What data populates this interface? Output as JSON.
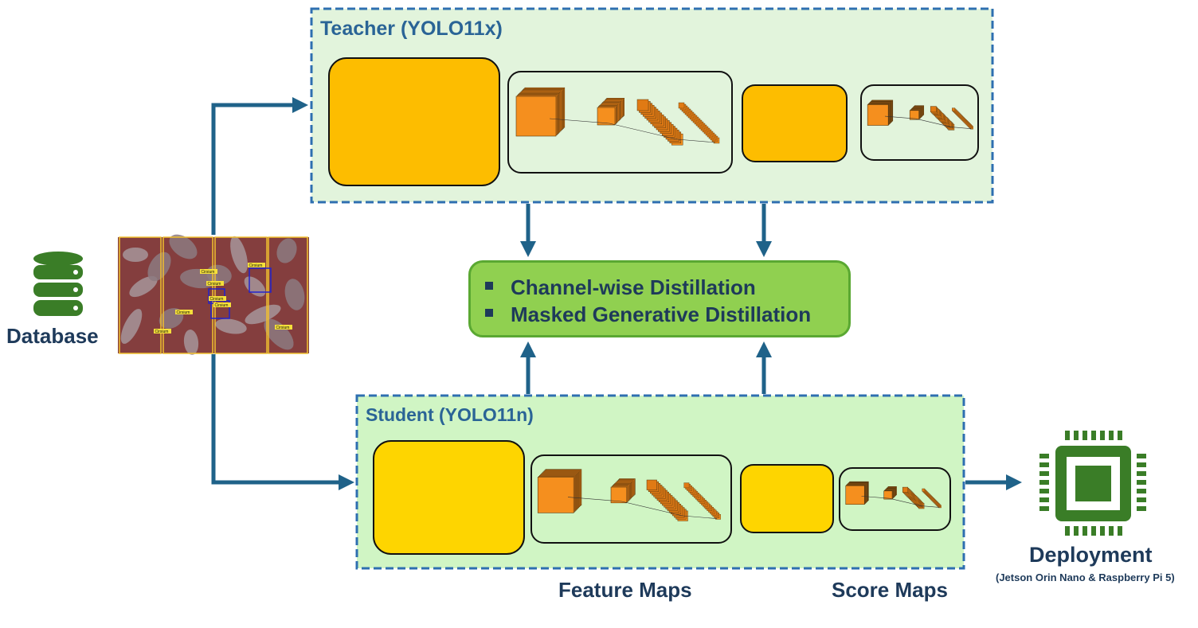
{
  "teacher": {
    "title": "Teacher (YOLO11x)"
  },
  "student": {
    "title": "Student (YOLO11n)"
  },
  "database": {
    "label": "Database"
  },
  "distillation": {
    "items": [
      "Channel-wise Distillation",
      "Masked Generative Distillation"
    ]
  },
  "captions": {
    "feature_maps": "Feature Maps",
    "score_maps": "Score Maps"
  },
  "deployment": {
    "label": "Deployment",
    "sublabel": "(Jetson Orin Nano & Raspberry Pi 5)"
  },
  "sample_image": {
    "box_labels": [
      "Cirsium",
      "Cirsium",
      "Cirsium",
      "Cirsium",
      "Cirsium",
      "Cirsium",
      "Cirsium",
      "Cirsium"
    ]
  },
  "colors": {
    "arrow": "#1f6289",
    "teacher_fill": "#e2f4dc",
    "student_fill": "#d0f5c4",
    "frame_border": "#2e6fb0",
    "teacher_block": "#fdbd00",
    "student_block": "#fed500",
    "distill_fill": "#90d050",
    "chip": "#3a7d27",
    "layer_face": "#f58f1e"
  },
  "icons": {
    "database": "database-icon",
    "chip": "chip-icon"
  }
}
